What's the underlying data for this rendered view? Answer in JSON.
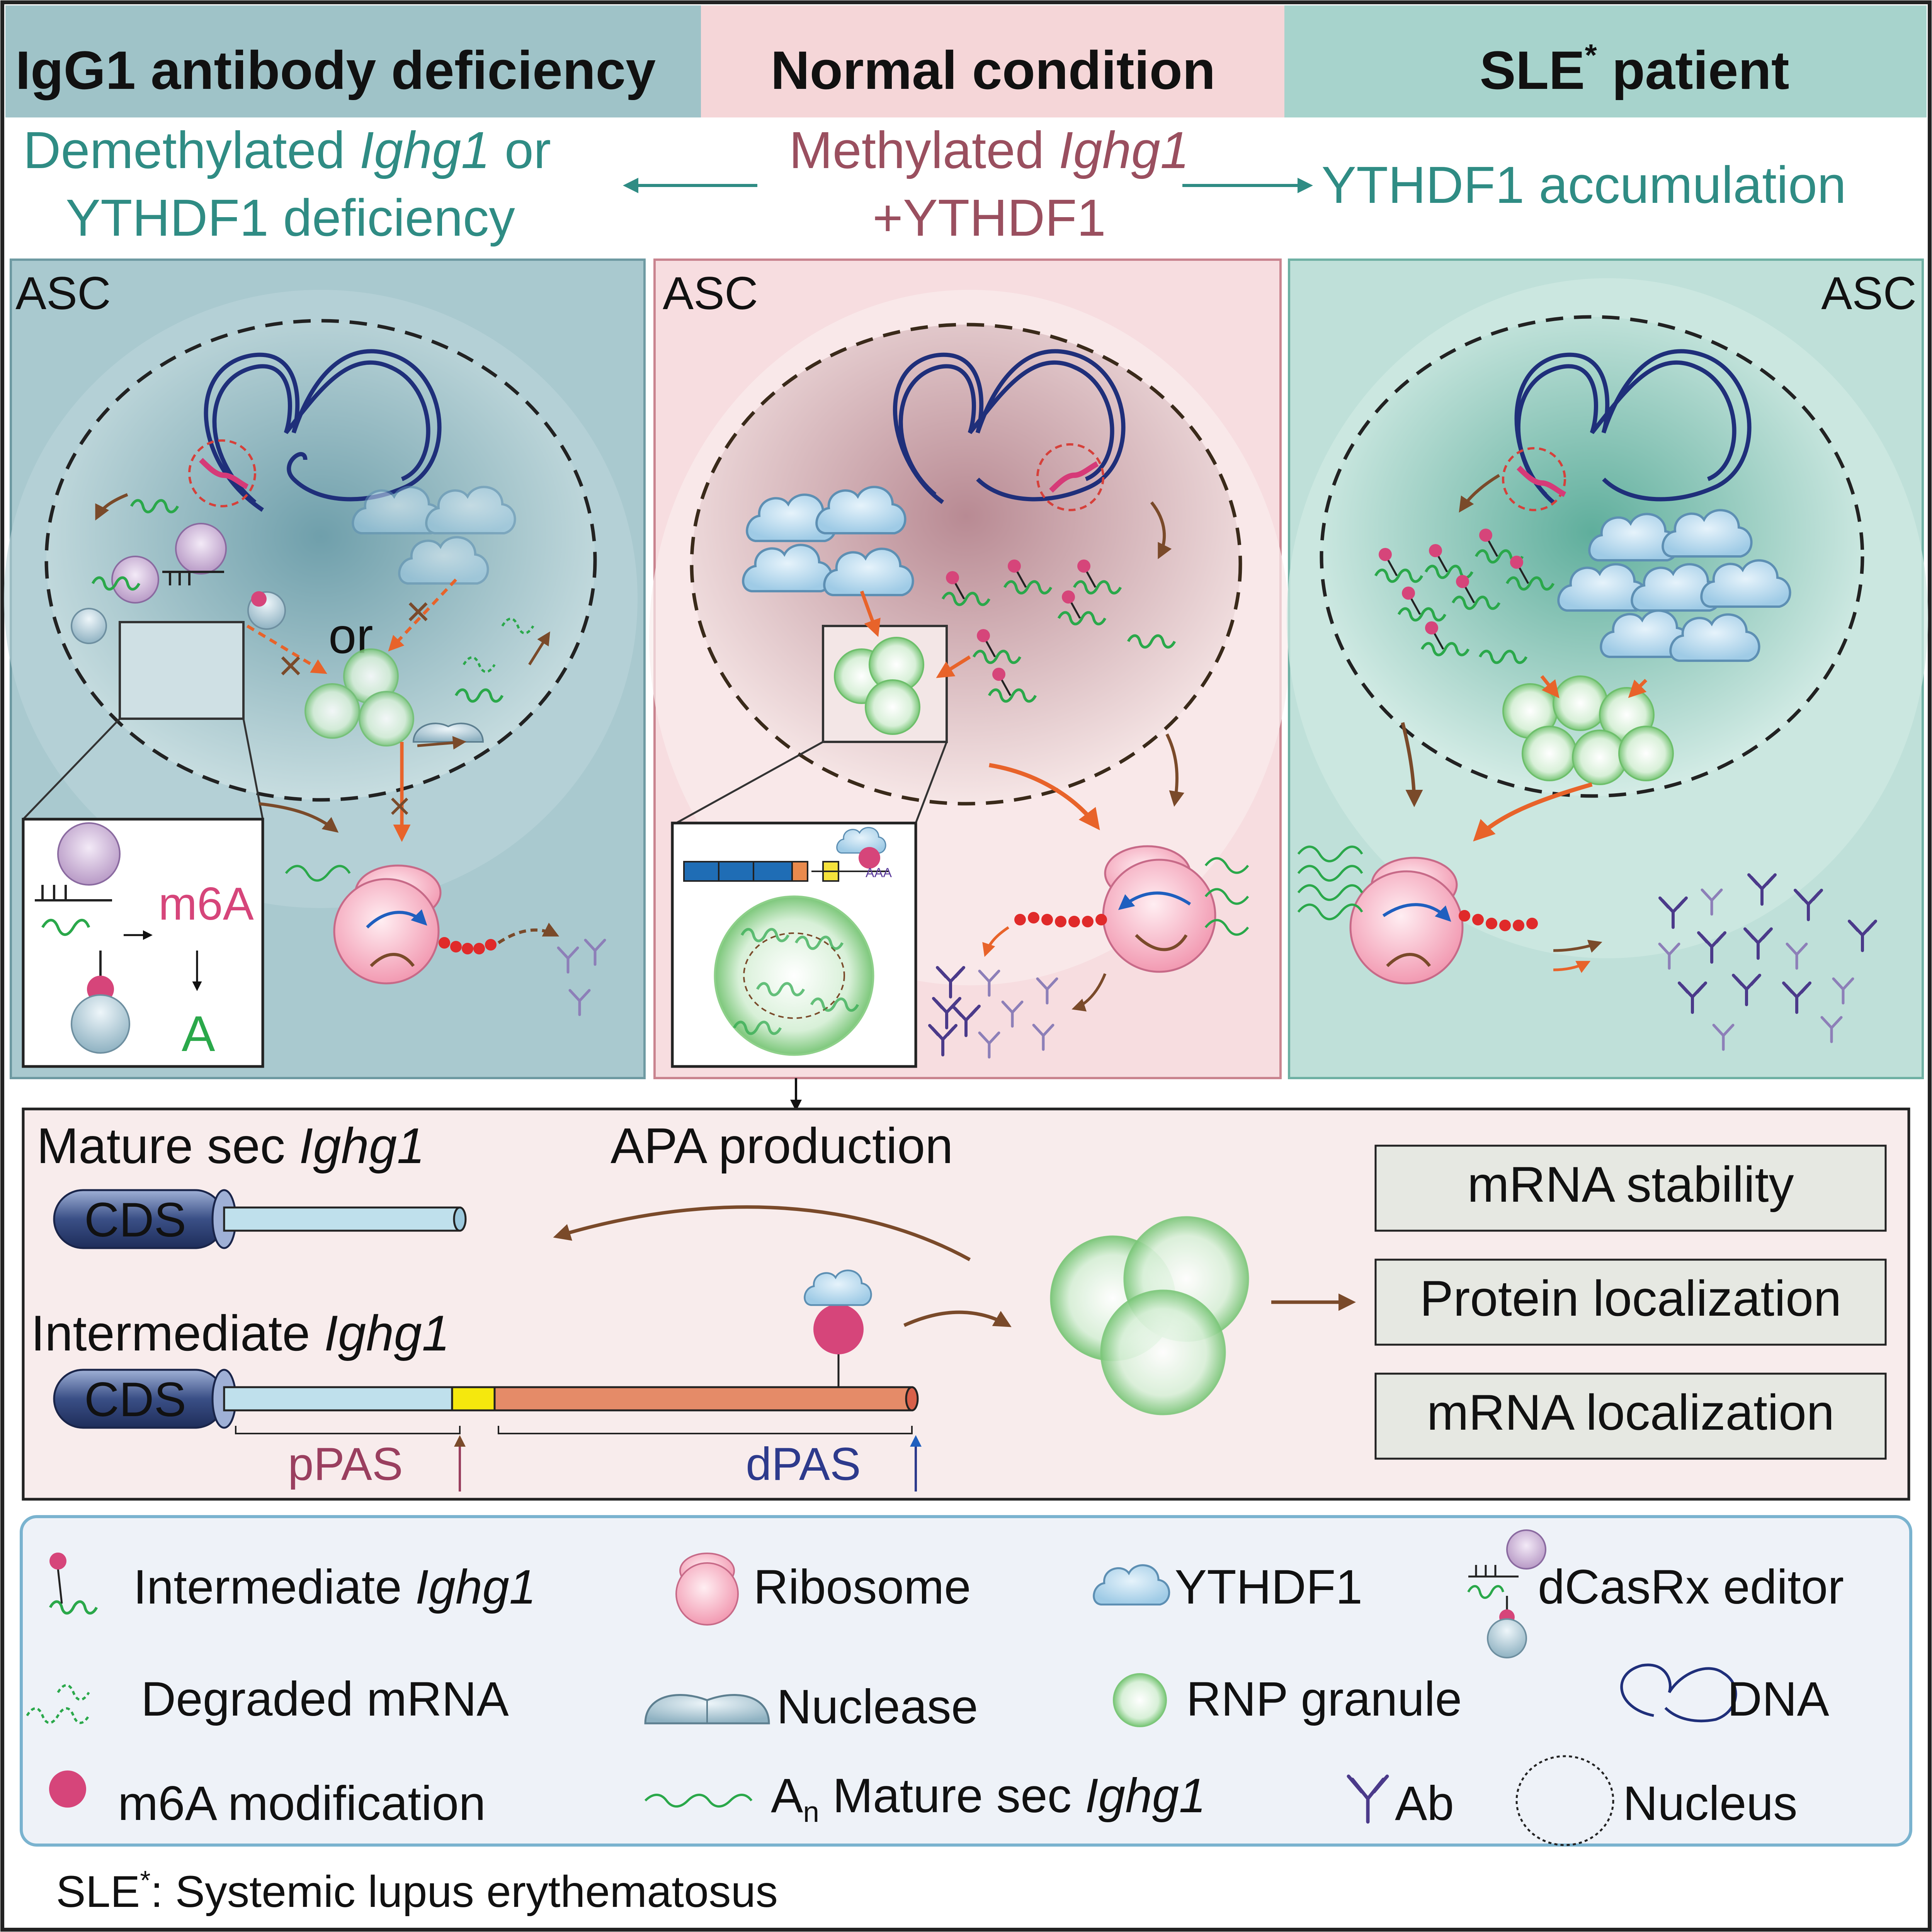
{
  "header": {
    "left": "IgG1 antibody deficiency",
    "middle": "Normal condition",
    "right_main": "SLE",
    "right_sup": "*",
    "right_tail": " patient"
  },
  "subheader": {
    "left_line1_a": "Demethylated ",
    "left_line1_b": "Ighg1",
    "left_line1_c": " or",
    "left_line2": "YTHDF1 deficiency",
    "middle_line1_a": "Methylated ",
    "middle_line1_b": "Ighg1",
    "middle_line2": "+YTHDF1",
    "right": "YTHDF1 accumulation"
  },
  "panels": {
    "left_label": "ASC",
    "middle_label": "ASC",
    "right_label": "ASC",
    "or_text": "or",
    "inset_m6a": "m6A",
    "inset_a": "A",
    "cross": "×"
  },
  "apa": {
    "title": "APA production",
    "mature_a": "Mature sec ",
    "mature_b": "Ighg1",
    "intermediate_a": "Intermediate ",
    "intermediate_b": "Ighg1",
    "cds": "CDS",
    "ppas": "pPAS",
    "dpas": "dPAS",
    "boxes": [
      "mRNA stability",
      "Protein localization",
      "mRNA localization"
    ]
  },
  "legend": {
    "intermediate_a": "Intermediate ",
    "intermediate_b": "Ighg1",
    "ribosome": "Ribosome",
    "ythdf1": "YTHDF1",
    "dcasrx": "dCasRx editor",
    "degraded": "Degraded mRNA",
    "nuclease": "Nuclease",
    "rnp": "RNP granule",
    "dna": "DNA",
    "m6a": "m6A modification",
    "an_a": "A",
    "an_n": "n",
    "mature_a": " Mature sec ",
    "mature_b": "Ighg1",
    "ab": "Ab",
    "nucleus": "Nucleus"
  },
  "footnote": {
    "a": "SLE",
    "sup": "*",
    "b": ": Systemic lupus erythematosus"
  },
  "colors": {
    "teal_text": "#2f8c84",
    "rose_text": "#9a4f5f",
    "left_header_bg": "#9fc3c8",
    "middle_header_bg": "#f5d6d8",
    "right_header_bg": "#a7d3cc",
    "left_panel_bg": "#a9c9cf",
    "middle_panel_bg": "#f7dde0",
    "right_panel_bg": "#bfe0d9",
    "apa_bg": "#f8ecec",
    "legend_bg": "#eef2f8",
    "orange_arrow": "#e8632a",
    "brown_arrow": "#7a4a2a",
    "m6a_pink": "#d6457a",
    "rna_green": "#2aa84a",
    "dna_navy": "#1f2f7a",
    "antibody_purple": "#4b3a8a"
  }
}
